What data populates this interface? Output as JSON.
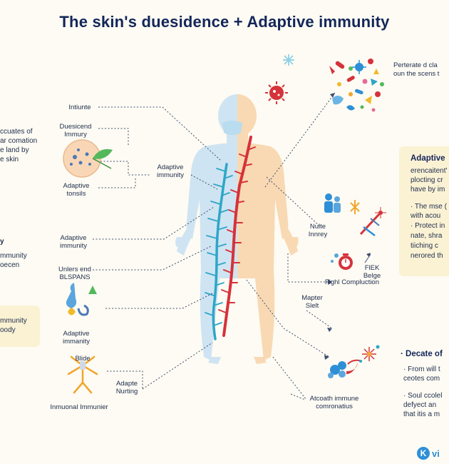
{
  "title": "The skin's duesidence  +  Adaptive immunity",
  "labels": {
    "intiunte": "Intiunte",
    "duesicend": "Duesicend\nImmury",
    "adaptive_immunity_center": "Adaptive\nimmunity",
    "adaptive_tonsils": "Adaptive\ntonsils",
    "adaptive_immunity_mid": "Adaptive\nimmunity",
    "unlers": "Unlers end\nBLSPANS",
    "adaptive_immanity": "Adaptive\nimmanity",
    "bilde": "Blide",
    "adapte_nurting": "Adapte\nNurting",
    "inmuonal": "Inmuonal Immunier",
    "nulte": "Nulte\nInnrey",
    "flek": "FlEK\nBelge",
    "fighl": "Fighl Compluction",
    "mapter": "Mapter\nSlelt",
    "atcoath": "Atcoath immune\ncomronatius",
    "top_right_1": "Perterate d cla",
    "top_right_2": "oun the scens t"
  },
  "left_texts": {
    "block1": [
      "ccuates of",
      "ar comation",
      "e land by",
      "e skin"
    ],
    "y": "y",
    "block2": [
      "mmunity",
      "oecen"
    ],
    "block3": [
      "mmunity",
      "oody"
    ]
  },
  "panel_adaptive": {
    "title": "Adaptive",
    "lines": [
      "erencaitent'",
      "plocting cr",
      "have by im"
    ],
    "bullets": [
      "· The mse (",
      "  with acou",
      "· Protect in",
      "  nate, shra",
      "  tiiching c",
      "  nerored th"
    ]
  },
  "panel_decate": {
    "title": "· Decate of",
    "lines": [
      "· From will t",
      "  ceotes com",
      "· Soul ccolel",
      "  defyect an",
      "  that itis a m"
    ]
  },
  "logo": {
    "mark": "K",
    "text": "vi"
  },
  "colors": {
    "red": "#d6323a",
    "cyan": "#2ea6c8",
    "body_blue": "#cfe4f2",
    "body_peach": "#f8d9b3",
    "panel": "#fbf2d4",
    "title": "#13265a"
  },
  "icons": [
    "virus-icon",
    "microbe-cluster-icon",
    "snowflake-icon",
    "petri-dish-icon",
    "leaf-icon",
    "people-icon",
    "spark-icon",
    "syringe-icon",
    "timer-icon",
    "flask-icon",
    "hand-icon",
    "cell-cluster-icon",
    "burst-icon",
    "branch-network-icon"
  ]
}
